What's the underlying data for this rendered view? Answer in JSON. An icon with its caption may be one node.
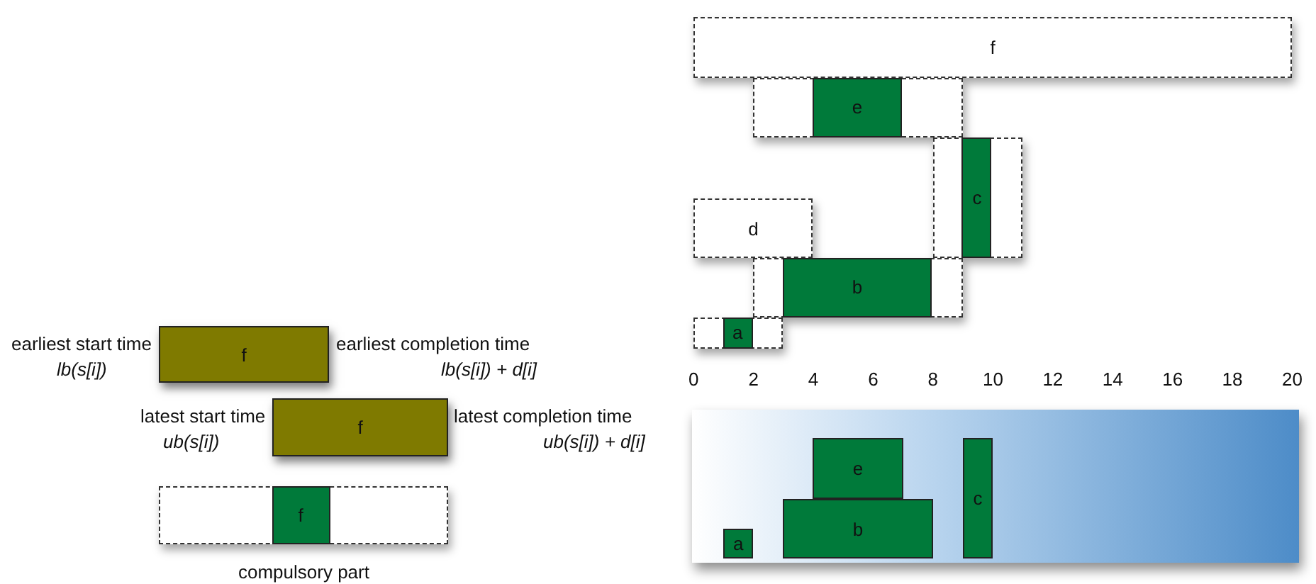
{
  "diagram": {
    "nodes": [
      {
        "text": [
          "f"
        ],
        "beside": [
          "earliest start time",
          "lb(s[i])",
          "earliest completion time",
          "lb(s[i]) + d[i]"
        ]
      },
      {
        "text": [
          "f"
        ],
        "beside": [
          "latest start time",
          "ub(s[i])",
          "latest completion time",
          "ub(s[i]) + d[i]"
        ]
      },
      {
        "text": [],
        "shape": "box",
        "beside": [
          "compulsory part"
        ]
      },
      {
        "text": [
          "f"
        ],
        "in": 2
      },
      {
        "text": [
          "f"
        ]
      },
      {
        "text": [],
        "shape": "box"
      },
      {
        "text": [
          "e"
        ],
        "in": 5
      },
      {
        "text": [],
        "shape": "box"
      },
      {
        "text": [
          "c"
        ],
        "in": 7
      },
      {
        "text": [
          "d"
        ]
      },
      {
        "text": [],
        "shape": "box"
      },
      {
        "text": [
          "b"
        ],
        "in": 10
      },
      {
        "text": [],
        "shape": "box"
      },
      {
        "text": [
          "a"
        ],
        "in": 12
      },
      {
        "text": [],
        "shape": "box"
      },
      {
        "text": [
          "a"
        ],
        "in": 14
      },
      {
        "text": [
          "e"
        ],
        "in": 14
      },
      {
        "text": [
          "b"
        ],
        "in": 14
      },
      {
        "text": [
          "c"
        ],
        "in": 14
      }
    ],
    "labels": [
      "0",
      "2",
      "4",
      "6",
      "8",
      "10",
      "12",
      "14",
      "16",
      "18",
      "20"
    ]
  }
}
